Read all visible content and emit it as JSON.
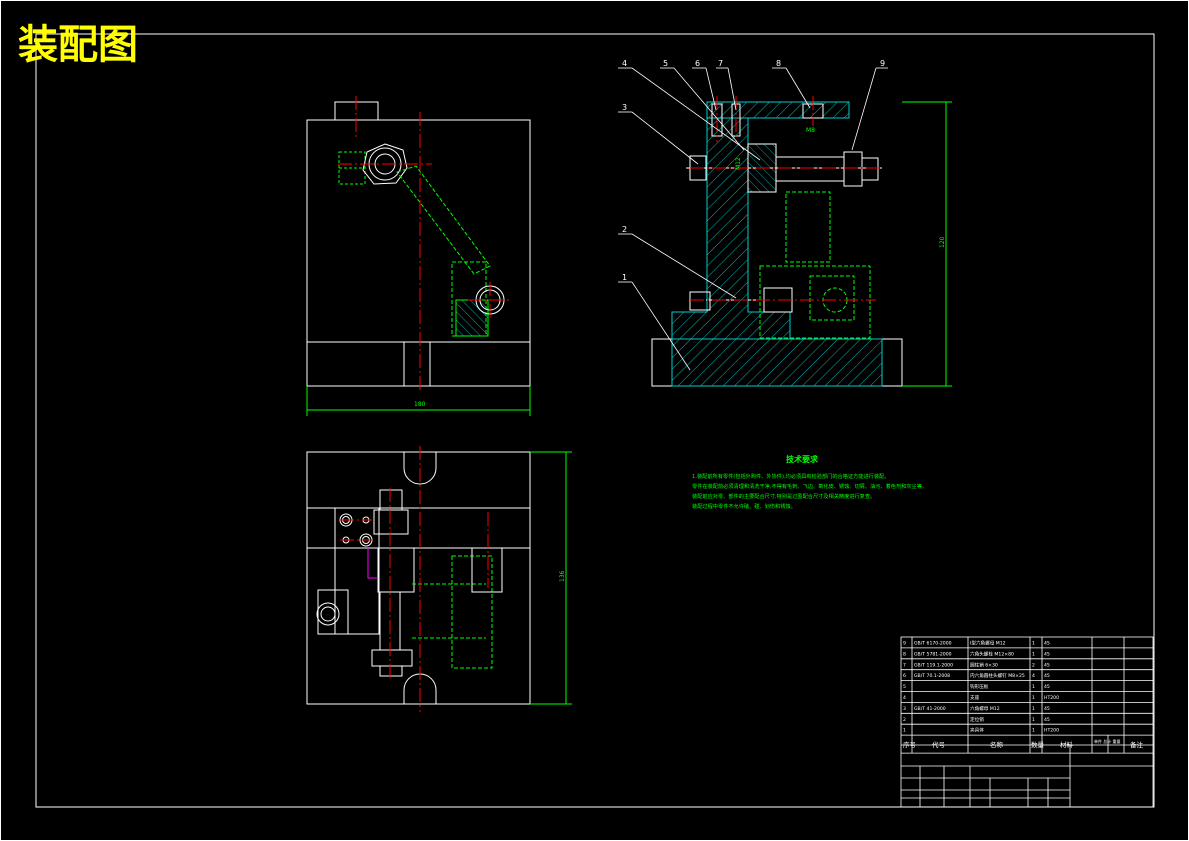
{
  "drawing": {
    "title": "装配图",
    "colors": {
      "background": "#000000",
      "outline": "#ffffff",
      "center": "#ff0000",
      "hidden": "#00ff00",
      "title": "#ffff00",
      "hatch": "#00ffff",
      "magenta": "#ff00ff"
    }
  },
  "dims": {
    "front_width": "180",
    "front_height": "120",
    "top_height": "136",
    "bolt_a": "M8",
    "bolt_b": "M12"
  },
  "callouts": [
    "1",
    "2",
    "3",
    "4",
    "5",
    "6",
    "7",
    "8",
    "9"
  ],
  "tech_req": {
    "heading": "技术要求",
    "lines": [
      "1.装配前所有零件(包括外购件、外协件),均必须具有检验部门的合格证方能进行装配。",
      "零件在装配前必须清理和清洗干净,不得有毛刺、飞边、氧化皮、锈蚀、切屑、油污、着色剂和灰尘等。",
      "装配前应对零、部件的主要配合尺寸,特别是过盈配合尺寸及相关精度进行复查。",
      "装配过程中零件不允许磕、碰、划伤和锈蚀。"
    ]
  },
  "bom": {
    "rows": [
      [
        "9",
        "GB/T 6170-2000",
        "I型六角螺母 M12",
        "1",
        "45"
      ],
      [
        "8",
        "GB/T 5781-2000",
        "六角头螺栓 M12×80",
        "1",
        "45"
      ],
      [
        "7",
        "GB/T 119.1-2000",
        "圆柱销 6×30",
        "2",
        "45"
      ],
      [
        "6",
        "GB/T 70.1-2008",
        "内六角圆柱头螺钉 M8×25",
        "4",
        "45"
      ],
      [
        "5",
        "",
        "钩形压板",
        "1",
        "45"
      ],
      [
        "4",
        "",
        "支座",
        "1",
        "HT200"
      ],
      [
        "3",
        "GB/T 41-2000",
        "六角螺母 M12",
        "1",
        "45"
      ],
      [
        "2",
        "",
        "定位销",
        "1",
        "45"
      ],
      [
        "1",
        "",
        "夹具体",
        "1",
        "HT200"
      ]
    ],
    "headers": {
      "no": "序号",
      "code": "代号",
      "name": "名称",
      "qty": "数量",
      "material": "材料",
      "weight": "单件 总计 重量",
      "remark": "备注"
    }
  }
}
